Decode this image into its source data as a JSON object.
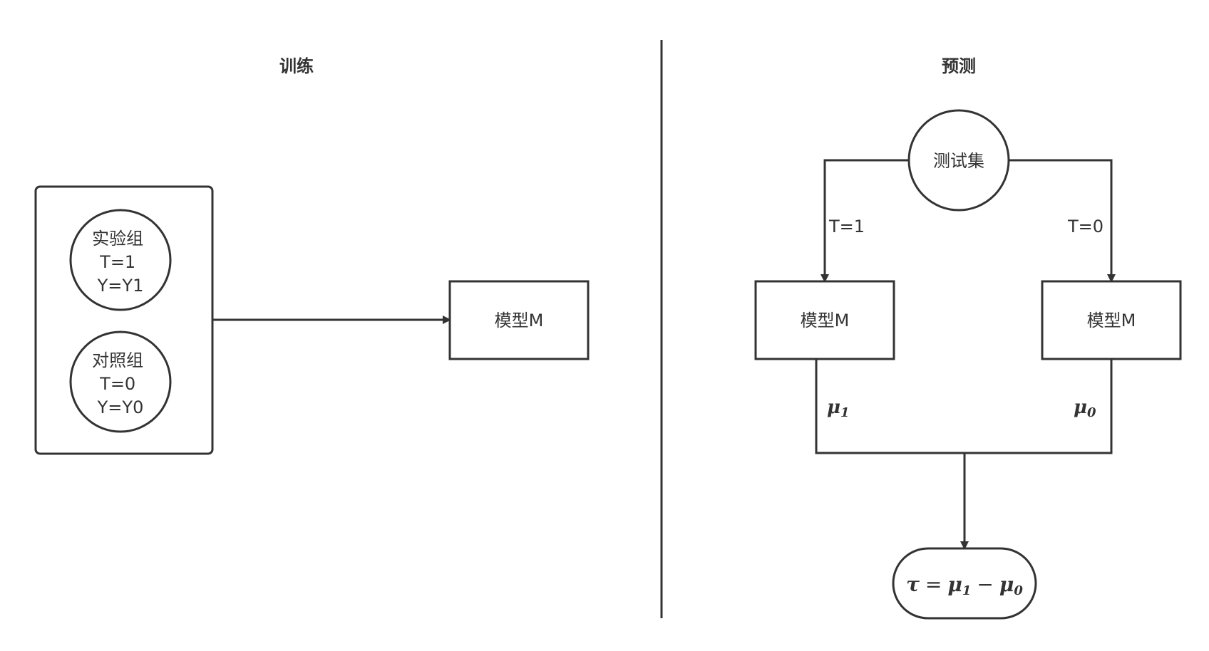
{
  "sections": {
    "training": {
      "title": "训练"
    },
    "prediction": {
      "title": "预测"
    }
  },
  "training": {
    "treatment_group": {
      "line1": "实验组",
      "line2": "T=1",
      "line3": "Y=Y1"
    },
    "control_group": {
      "line1": "对照组",
      "line2": "T=0",
      "line3": "Y=Y0"
    },
    "model": {
      "label": "模型M"
    }
  },
  "prediction": {
    "test_set": {
      "label": "测试集"
    },
    "edge_left_label": "T=1",
    "edge_right_label": "T=0",
    "model_left": {
      "label": "模型M"
    },
    "model_right": {
      "label": "模型M"
    },
    "mu1": {
      "base": "μ",
      "sub": "1"
    },
    "mu0": {
      "base": "μ",
      "sub": "0"
    },
    "result": {
      "tau": "τ",
      "eq": "=",
      "mu": "μ",
      "sub1": "1",
      "minus": "−",
      "sub0": "0"
    }
  },
  "colors": {
    "stroke": "#333333",
    "background": "#ffffff"
  }
}
